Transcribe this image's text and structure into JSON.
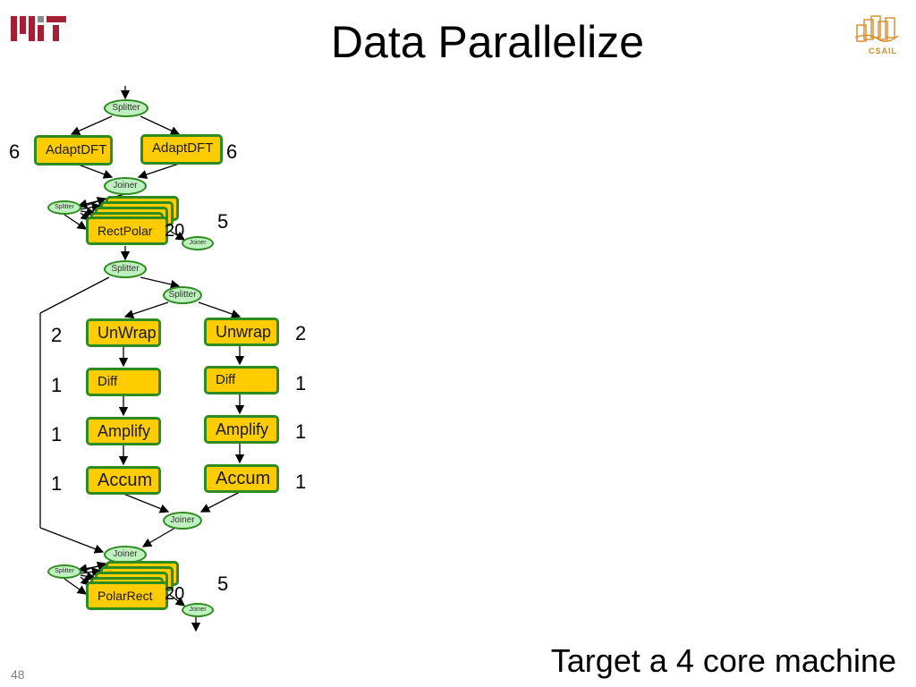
{
  "slide": {
    "title": "Data Parallelize",
    "footer": "Target a 4 core machine",
    "page_number": "48"
  },
  "logos": {
    "left": "MIT logo",
    "right": "CSAIL logo",
    "right_text": "CSAIL"
  },
  "diagram": {
    "splitter_label": "Splitter",
    "joiner_label": "Joiner",
    "adaptdft_left": "AdaptDFT",
    "adaptdft_right": "AdaptDFT",
    "adaptdft_left_work": "6",
    "adaptdft_right_work": "6",
    "rectpolar": "RectPolar",
    "rectpolar_work": "5",
    "rectpolar_count": "20",
    "unwrap_left": "UnWrap",
    "unwrap_right": "Unwrap",
    "diff": "Diff",
    "amplify": "Amplify",
    "accum": "Accum",
    "unwrap_left_work": "2",
    "unwrap_right_work": "2",
    "diff_left_work": "1",
    "diff_right_work": "1",
    "amplify_left_work": "1",
    "amplify_right_work": "1",
    "accum_left_work": "1",
    "accum_right_work": "1",
    "polarrect": "PolarRect",
    "polarrect_work": "5",
    "polarrect_count": "20"
  },
  "colors": {
    "filter_fill": "#ffcc00",
    "filter_border": "#2e8b1f",
    "oval_fill": "#bff0bf"
  }
}
